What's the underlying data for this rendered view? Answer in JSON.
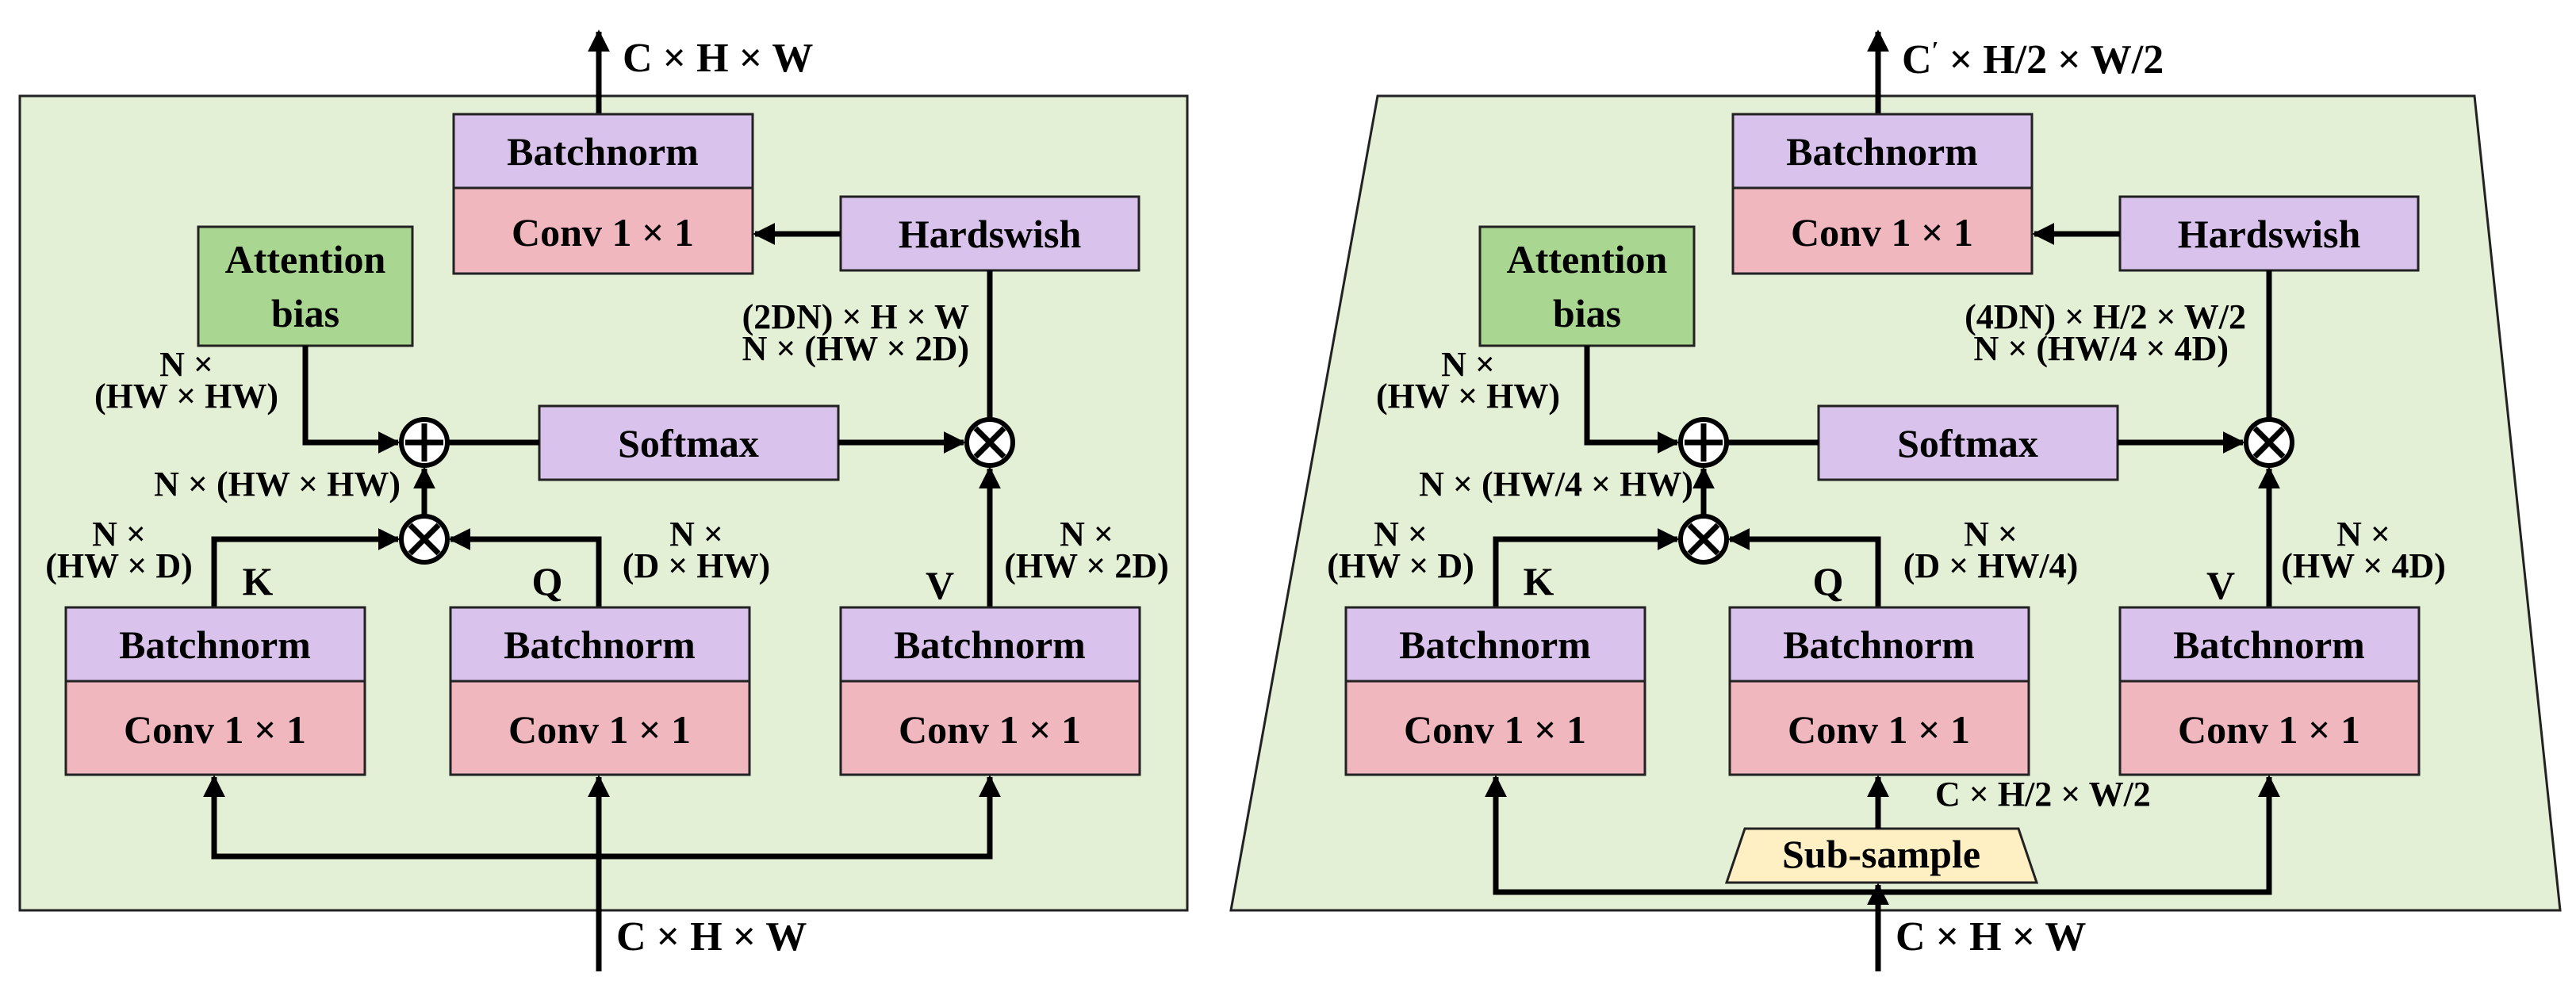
{
  "colors": {
    "panel": "#e3f0d6",
    "batchnorm": "#d9c3ec",
    "conv": "#f1b7bf",
    "attention_bias": "#a9d690",
    "subsample": "#fff0c4"
  },
  "left": {
    "out_label": "C × H × W",
    "in_label": "C × H × W",
    "top_bn": "Batchnorm",
    "top_conv": "Conv 1 × 1",
    "hardswish": "Hardswish",
    "attn_bias_line1": "Attention",
    "attn_bias_line2": "bias",
    "softmax": "Softmax",
    "hs_dim1": "(2DN) × H × W",
    "hs_dim2": "N × (HW × 2D)",
    "ab_dim1": "N ×",
    "ab_dim2": "(HW × HW)",
    "mul_dim": "N × (HW × HW)",
    "k_dim1": "N ×",
    "k_dim2": "(HW × D)",
    "q_dim1": "N ×",
    "q_dim2": "(D × HW)",
    "v_dim1": "N ×",
    "v_dim2": "(HW × 2D)",
    "k": "K",
    "q": "Q",
    "v": "V",
    "bn": "Batchnorm",
    "conv": "Conv 1 × 1"
  },
  "right": {
    "out_label_c": "C",
    "out_label_prime": "′",
    "out_label_rest": " × H/2 × W/2",
    "in_label": "C × H × W",
    "top_bn": "Batchnorm",
    "top_conv": "Conv 1 × 1",
    "hardswish": "Hardswish",
    "attn_bias_line1": "Attention",
    "attn_bias_line2": "bias",
    "softmax": "Softmax",
    "hs_dim1": "(4DN) × H/2 × W/2",
    "hs_dim2": "N × (HW/4 × 4D)",
    "ab_dim1": "N ×",
    "ab_dim2": "(HW × HW)",
    "mul_dim": "N × (HW/4 × HW)",
    "k_dim1": "N ×",
    "k_dim2": "(HW × D)",
    "q_dim1": "N ×",
    "q_dim2": "(D × HW/4)",
    "v_dim1": "N ×",
    "v_dim2": "(HW × 4D)",
    "k": "K",
    "q": "Q",
    "v": "V",
    "bn": "Batchnorm",
    "conv": "Conv 1 × 1",
    "sub_dim": "C × H/2 × W/2",
    "subsample": "Sub-sample"
  }
}
